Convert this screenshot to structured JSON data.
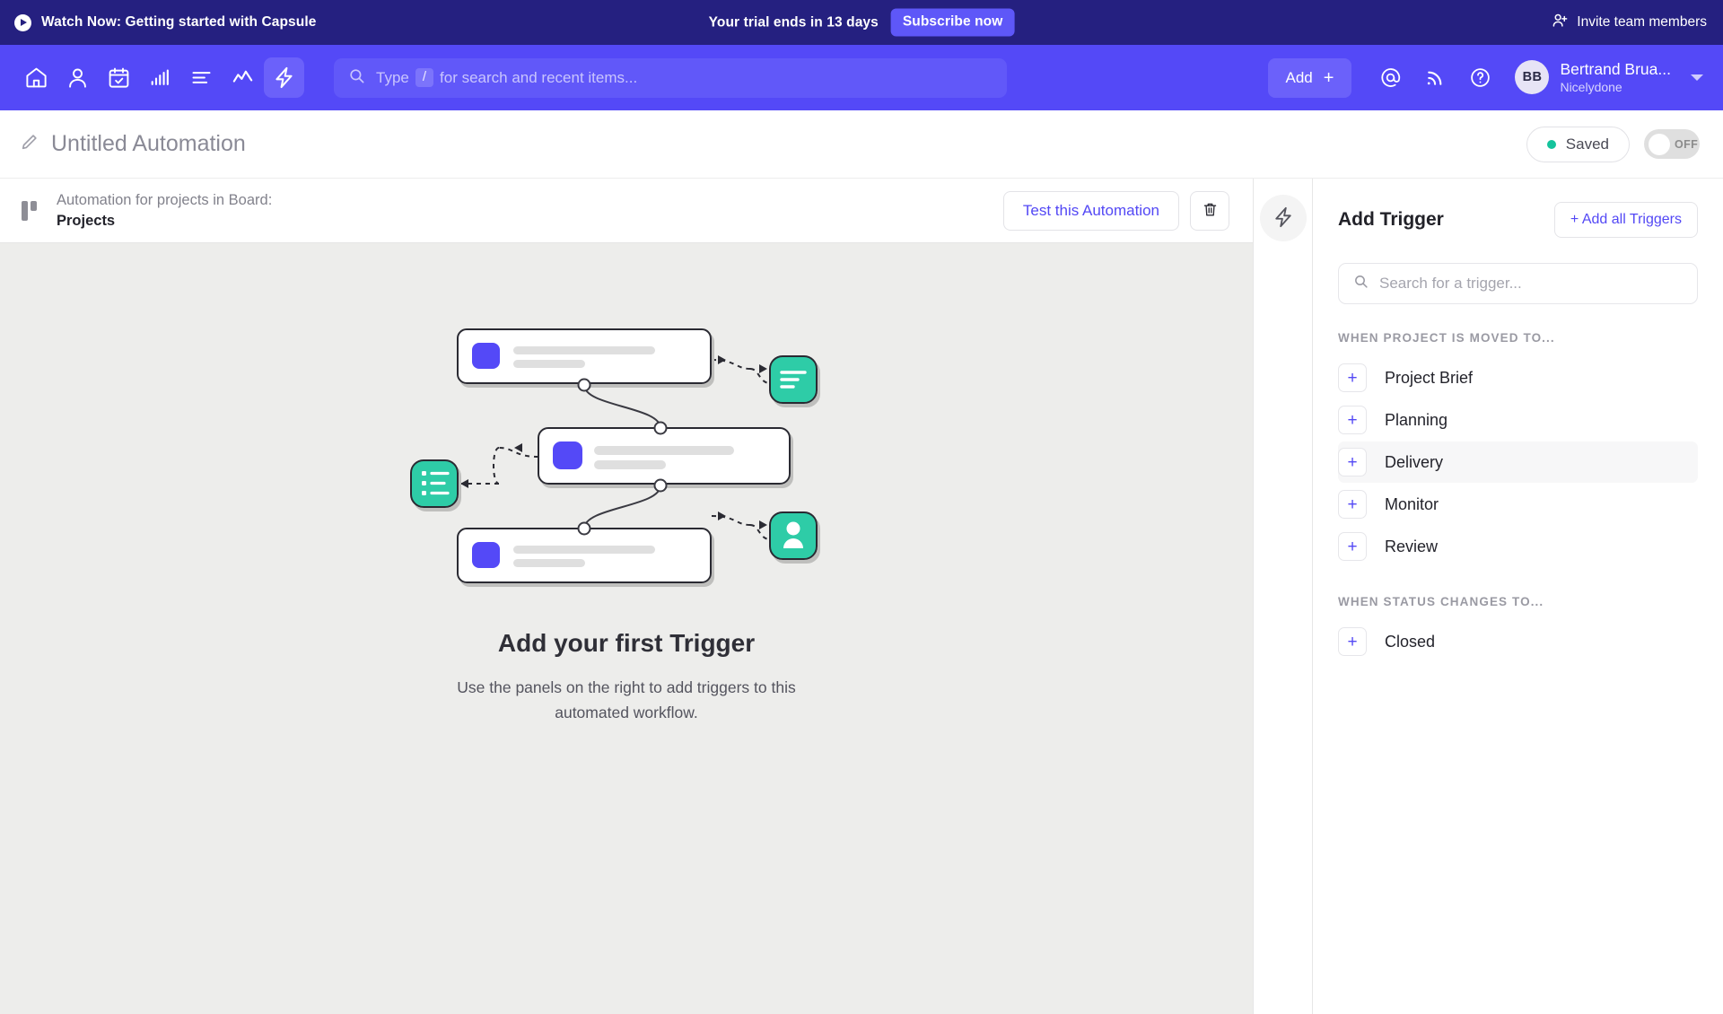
{
  "promo": {
    "watch_now": "Watch Now: Getting started with Capsule",
    "trial_prefix": "Your trial ends in ",
    "trial_days": "13 days",
    "subscribe_label": "Subscribe now",
    "invite_label": "Invite team members"
  },
  "nav": {
    "icons": [
      {
        "name": "home-icon",
        "label": "Home"
      },
      {
        "name": "person-icon",
        "label": "People"
      },
      {
        "name": "calendar-check-icon",
        "label": "Calendar"
      },
      {
        "name": "bar-chart-icon",
        "label": "Reports"
      },
      {
        "name": "list-icon",
        "label": "Tasks"
      },
      {
        "name": "trending-line-icon",
        "label": "Insights"
      },
      {
        "name": "lightning-icon",
        "label": "Automations"
      }
    ],
    "search": {
      "prefix": "Type",
      "key": "/",
      "suffix": "for search and recent items..."
    },
    "add_label": "Add",
    "add_plus": "+",
    "mention_icon": "at-mention-icon",
    "feed_icon": "activity-feed-icon",
    "help_icon": "help-question-icon",
    "user": {
      "initials": "BB",
      "name": "Bertrand Brua...",
      "org": "Nicelydone"
    }
  },
  "title_bar": {
    "title": "Untitled Automation",
    "edit_icon": "pencil-icon",
    "saved_label": "Saved",
    "toggle_label": "OFF",
    "toggle_state": "off",
    "saved_dot_color": "#14C39C"
  },
  "automation": {
    "board_label": "Automation for projects in Board:",
    "board_name": "Projects",
    "test_label": "Test this Automation",
    "delete_icon": "trash-icon",
    "tab_icon": "lightning-icon"
  },
  "canvas": {
    "empty_title": "Add your first Trigger",
    "empty_subtitle": "Use the panels on the right to add triggers to this automated workflow."
  },
  "panel": {
    "title": "Add Trigger",
    "add_all_label": "+ Add all Triggers",
    "search_placeholder": "Search for a trigger...",
    "search_value": "",
    "groups": [
      {
        "label": "WHEN PROJECT IS MOVED TO...",
        "items": [
          {
            "label": "Project Brief",
            "hovered": false
          },
          {
            "label": "Planning",
            "hovered": false
          },
          {
            "label": "Delivery",
            "hovered": true
          },
          {
            "label": "Monitor",
            "hovered": false
          },
          {
            "label": "Review",
            "hovered": false
          }
        ]
      },
      {
        "label": "WHEN STATUS CHANGES TO...",
        "items": [
          {
            "label": "Closed",
            "hovered": false
          }
        ]
      }
    ]
  },
  "colors": {
    "banner": "#252080",
    "navbar": "#5449F7",
    "accent": "#5348F5",
    "teal": "#2ECCA7",
    "canvas_bg": "#EDEDEB"
  }
}
